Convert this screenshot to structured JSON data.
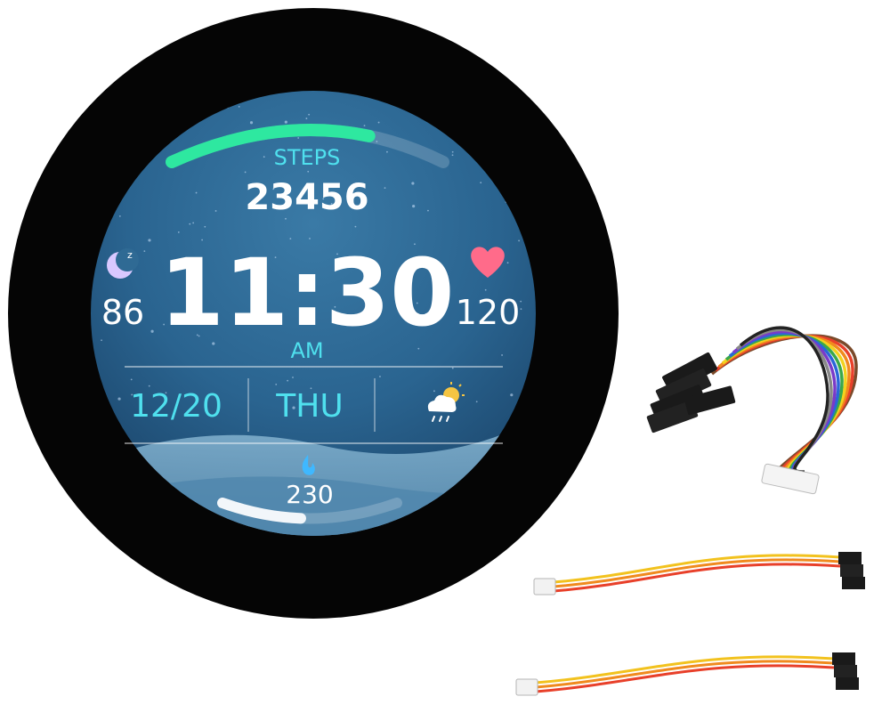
{
  "watchface": {
    "steps_label": "STEPS",
    "steps_value": "23456",
    "steps_progress": 0.72,
    "sleep_value": "86",
    "time": "11:30",
    "ampm": "AM",
    "heart_rate": "120",
    "date": "12/20",
    "weekday": "THU",
    "calories": "230",
    "calories_progress": 0.45,
    "weather_icon": "partly-cloudy-rain-icon",
    "colors": {
      "accent_green": "#2ee8a0",
      "teal_text": "#4fe0ee",
      "heart": "#ff6b8a",
      "white": "#ffffff",
      "bezel": "#050505"
    }
  },
  "accessories": {
    "ribbon_cable_wires": [
      "#7a4a2a",
      "#e8402a",
      "#f08a1e",
      "#f2d21e",
      "#3aa84a",
      "#2a66d8",
      "#7a3ac8",
      "#888888",
      "#222222"
    ],
    "short_cable_wires": [
      "#f2c21e",
      "#f08a1e",
      "#e8402a"
    ]
  }
}
